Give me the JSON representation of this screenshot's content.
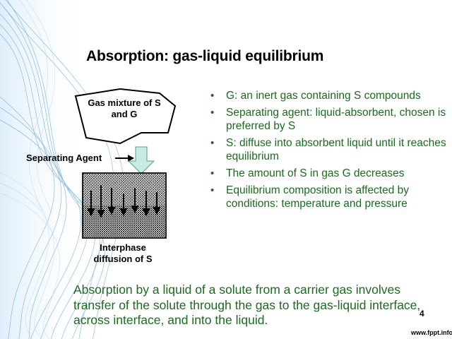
{
  "slide": {
    "title": "Absorption: gas-liquid equilibrium",
    "bullets": [
      "G: an inert gas containing S compounds",
      "Separating agent: liquid-absorbent, chosen is preferred by S",
      "S: diffuse into absorbent liquid until it reaches equilibrium",
      "The amount of S in gas G decreases",
      "Equilibrium composition is affected by conditions: temperature and pressure"
    ],
    "bullet_glyph": "•",
    "diagram": {
      "gas_label_line1": "Gas mixture of S",
      "gas_label_line2": "and G",
      "agent_label": "Separating Agent",
      "interphase_line1": "Interphase",
      "interphase_line2": "diffusion of  S"
    },
    "summary": "Absorption by a liquid of a solute from a carrier gas involves transfer of the solute through the gas to the gas-liquid interface, across interface, and into the liquid.",
    "page_number": "4",
    "website": "www.fppt.info"
  },
  "colors": {
    "text_green": "#1c6a1f",
    "arrow_fill": "#c8ebe3",
    "arrow_stroke": "#5b9c92",
    "wave_blue": "#6aa6d8",
    "wave_light": "#bcd9f0"
  }
}
